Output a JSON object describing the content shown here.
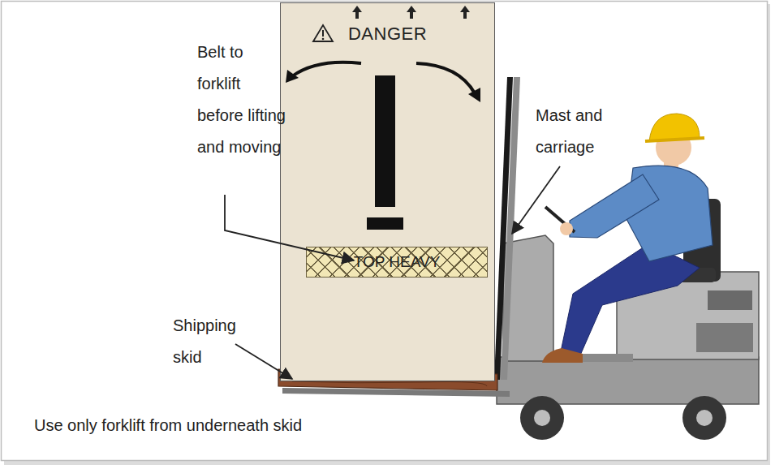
{
  "diagram": {
    "nodes": [
      {
        "text": [
          "DANGER"
        ]
      },
      {
        "text": [
          "TOP HEAVY"
        ],
        "in": 0
      }
    ],
    "labels": [
      "Belt to forklift before lifting and moving",
      "Mast and carriage",
      "Shipping skid",
      "Use only forklift from underneath skid"
    ]
  }
}
